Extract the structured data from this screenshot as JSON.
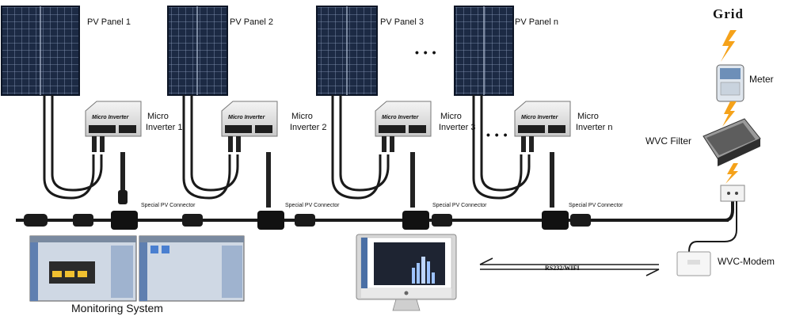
{
  "panels": [
    {
      "label": "PV Panel 1"
    },
    {
      "label": "PV Panel 2"
    },
    {
      "label": "PV Panel 3"
    },
    {
      "label": "PV Panel n"
    }
  ],
  "inverters": [
    {
      "title": "Micro",
      "number": "Inverter 1",
      "brand": "Micro Inverter"
    },
    {
      "title": "Micro",
      "number": "Inverter 2",
      "brand": "Micro Inverter"
    },
    {
      "title": "Micro",
      "number": "Inverter 3",
      "brand": "Micro Inverter"
    },
    {
      "title": "Micro",
      "number": "Inverter n",
      "brand": "Micro Inverter"
    }
  ],
  "connectors": [
    "Special PV Connector",
    "Special PV Connector",
    "Special PV Connector",
    "Special PV Connector"
  ],
  "ellipsis": "• • •",
  "grid_label": "Grid",
  "meter_label": "Meter",
  "filter_label": "WVC Filter",
  "modem_label": "WVC-Modem",
  "link_label": "RS232/WIFI",
  "monitoring_label": "Monitoring System",
  "colors": {
    "panel": "#1c2a44",
    "cell_line": "#8ea0bf",
    "lightning": "#f5a21a",
    "cable": "#1a1a1a",
    "inverter_body": "#e8e8e8",
    "display": "#1e1e1e",
    "screen_blue": "#3a7bd5"
  }
}
